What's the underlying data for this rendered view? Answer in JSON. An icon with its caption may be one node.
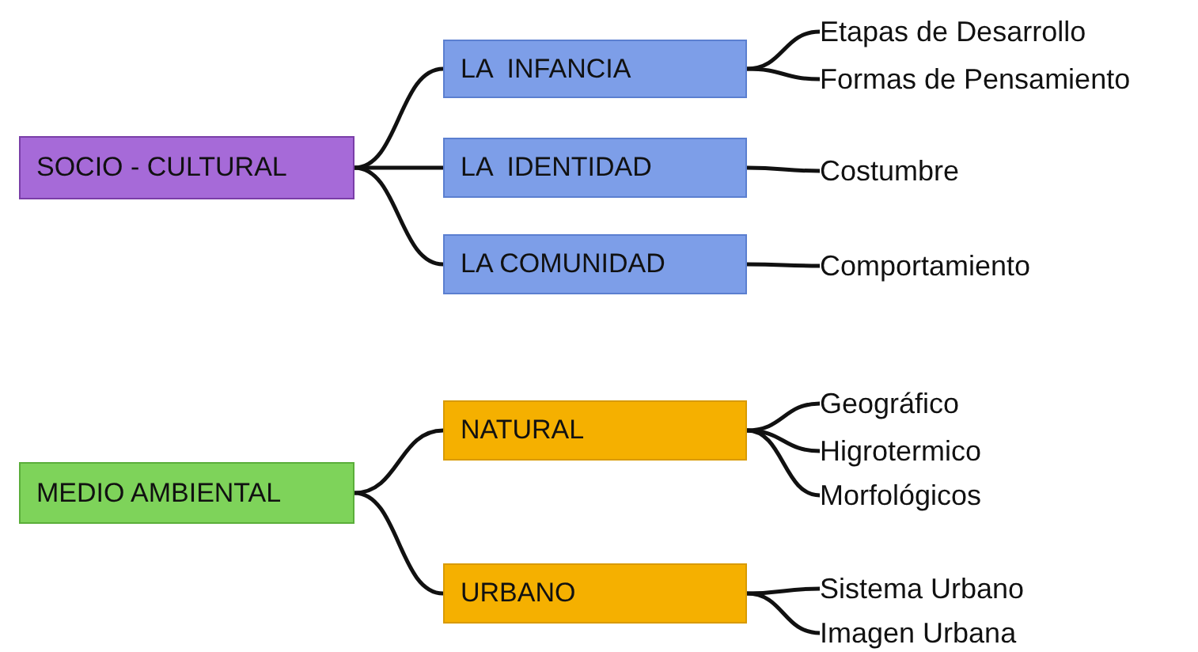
{
  "diagram": {
    "nodes": [
      {
        "text": [
          "SOCIO - CULTURAL"
        ]
      },
      {
        "text": [
          "LA  INFANCIA"
        ]
      },
      {
        "text": [
          "LA  IDENTIDAD"
        ]
      },
      {
        "text": [
          "LA COMUNIDAD"
        ]
      },
      {
        "text": [
          "Etapas de Desarrollo"
        ]
      },
      {
        "text": [
          "Formas de Pensamiento"
        ]
      },
      {
        "text": [
          "Costumbre"
        ]
      },
      {
        "text": [
          "Comportamiento"
        ]
      },
      {
        "text": [
          "MEDIO AMBIENTAL"
        ]
      },
      {
        "text": [
          "NATURAL"
        ]
      },
      {
        "text": [
          "URBANO"
        ]
      },
      {
        "text": [
          "Geográfico"
        ]
      },
      {
        "text": [
          "Higrotermico"
        ]
      },
      {
        "text": [
          "Morfológicos"
        ]
      },
      {
        "text": [
          "Sistema Urbano"
        ]
      },
      {
        "text": [
          "Imagen Urbana"
        ]
      }
    ],
    "edges": [
      {
        "from": 0,
        "to": 1,
        "arrow": "none"
      },
      {
        "from": 0,
        "to": 2,
        "arrow": "none"
      },
      {
        "from": 0,
        "to": 3,
        "arrow": "none"
      },
      {
        "from": 1,
        "to": 4,
        "arrow": "none"
      },
      {
        "from": 1,
        "to": 5,
        "arrow": "none"
      },
      {
        "from": 2,
        "to": 6,
        "arrow": "none"
      },
      {
        "from": 3,
        "to": 7,
        "arrow": "none"
      },
      {
        "from": 8,
        "to": 9,
        "arrow": "none"
      },
      {
        "from": 8,
        "to": 10,
        "arrow": "none"
      },
      {
        "from": 9,
        "to": 11,
        "arrow": "none"
      },
      {
        "from": 9,
        "to": 12,
        "arrow": "none"
      },
      {
        "from": 9,
        "to": 13,
        "arrow": "none"
      },
      {
        "from": 10,
        "to": 14,
        "arrow": "none"
      },
      {
        "from": 10,
        "to": 15,
        "arrow": "none"
      }
    ]
  }
}
